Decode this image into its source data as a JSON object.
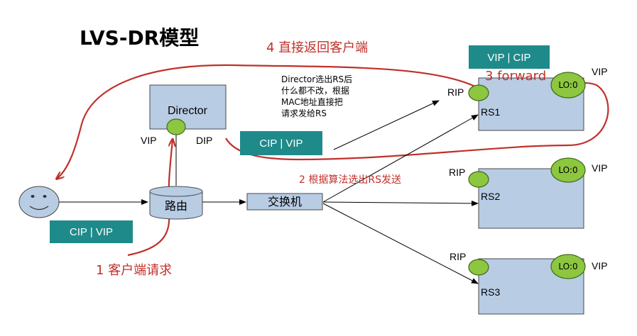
{
  "title": "LVS-DR模型",
  "director": {
    "label": "Director",
    "vip_label": "VIP",
    "dip_label": "DIP"
  },
  "router": {
    "label": "路由"
  },
  "switch": {
    "label": "交换机"
  },
  "packets": {
    "client": "CIP | VIP",
    "director": "CIP | VIP",
    "reply": "VIP | CIP"
  },
  "note": {
    "lines": [
      "Director选出RS后",
      "什么都不改，根据",
      "MAC地址直接把",
      "请求发给RS"
    ]
  },
  "servers": [
    {
      "name": "RS1",
      "rip": "RIP",
      "lo": "LO:0",
      "vip": "VIP"
    },
    {
      "name": "RS2",
      "rip": "RIP",
      "lo": "LO:0",
      "vip": "VIP"
    },
    {
      "name": "RS3",
      "rip": "RIP",
      "lo": "LO:0",
      "vip": "VIP"
    }
  ],
  "steps": {
    "s1": "1 客户端请求",
    "s2": "2 根据算法选出RS发送",
    "s3": "3 forward",
    "s4": "4 直接返回客户端"
  },
  "colors": {
    "server_box": "#b8cce4",
    "badge": "#1f8a8a",
    "node": "#8dc63f",
    "annotation": "#c0302a"
  }
}
